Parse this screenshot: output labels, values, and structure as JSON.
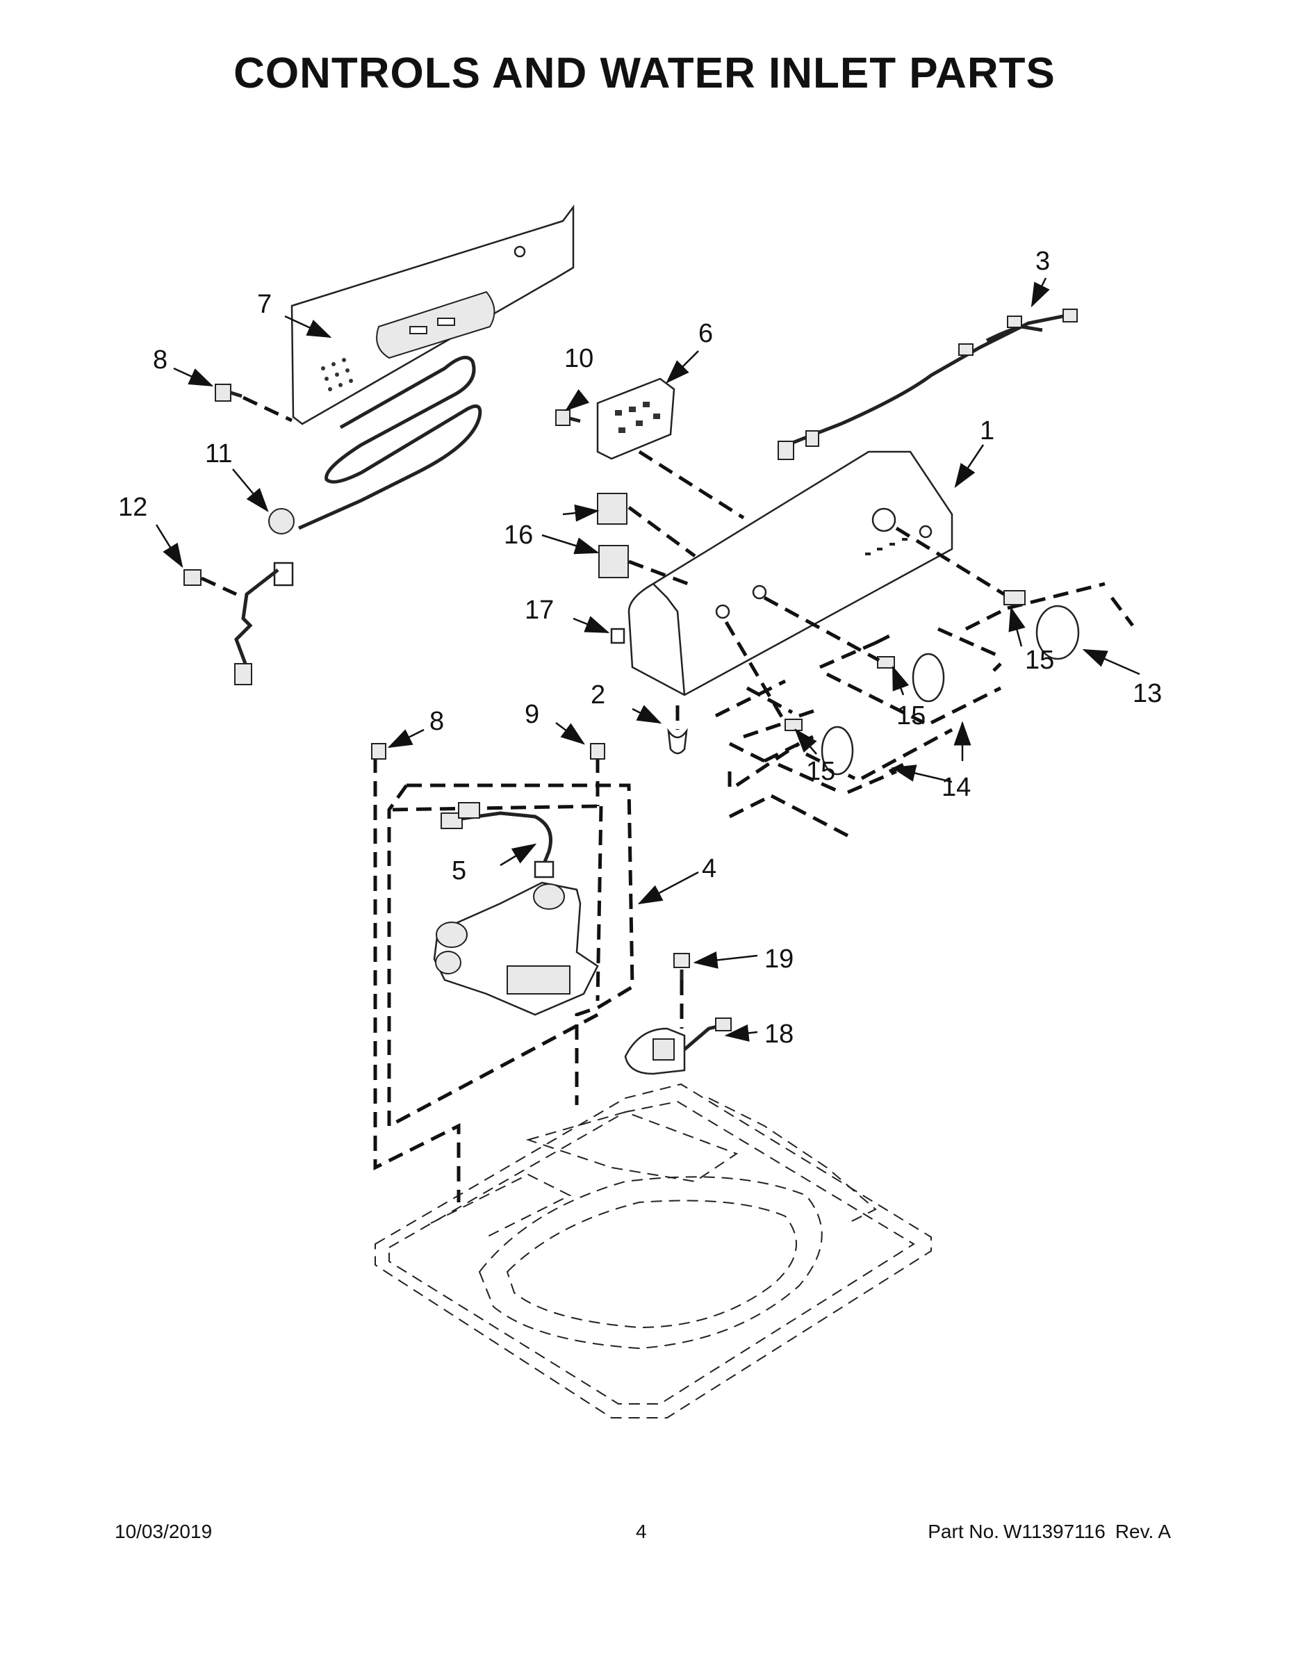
{
  "page": {
    "title": "CONTROLS AND WATER INLET PARTS",
    "footer": {
      "date": "10/03/2019",
      "page_number": "4",
      "part_no_label": "Part No.",
      "part_no": "W11397116",
      "rev_label": "Rev.",
      "rev": "A"
    }
  },
  "callouts": {
    "c1": "1",
    "c2": "2",
    "c3": "3",
    "c4": "4",
    "c5": "5",
    "c6": "6",
    "c7": "7",
    "c8a": "8",
    "c8b": "8",
    "c9": "9",
    "c10": "10",
    "c11": "11",
    "c12": "12",
    "c13": "13",
    "c14": "14",
    "c15a": "15",
    "c15b": "15",
    "c15c": "15",
    "c16": "16",
    "c17": "17",
    "c18": "18",
    "c19": "19"
  }
}
